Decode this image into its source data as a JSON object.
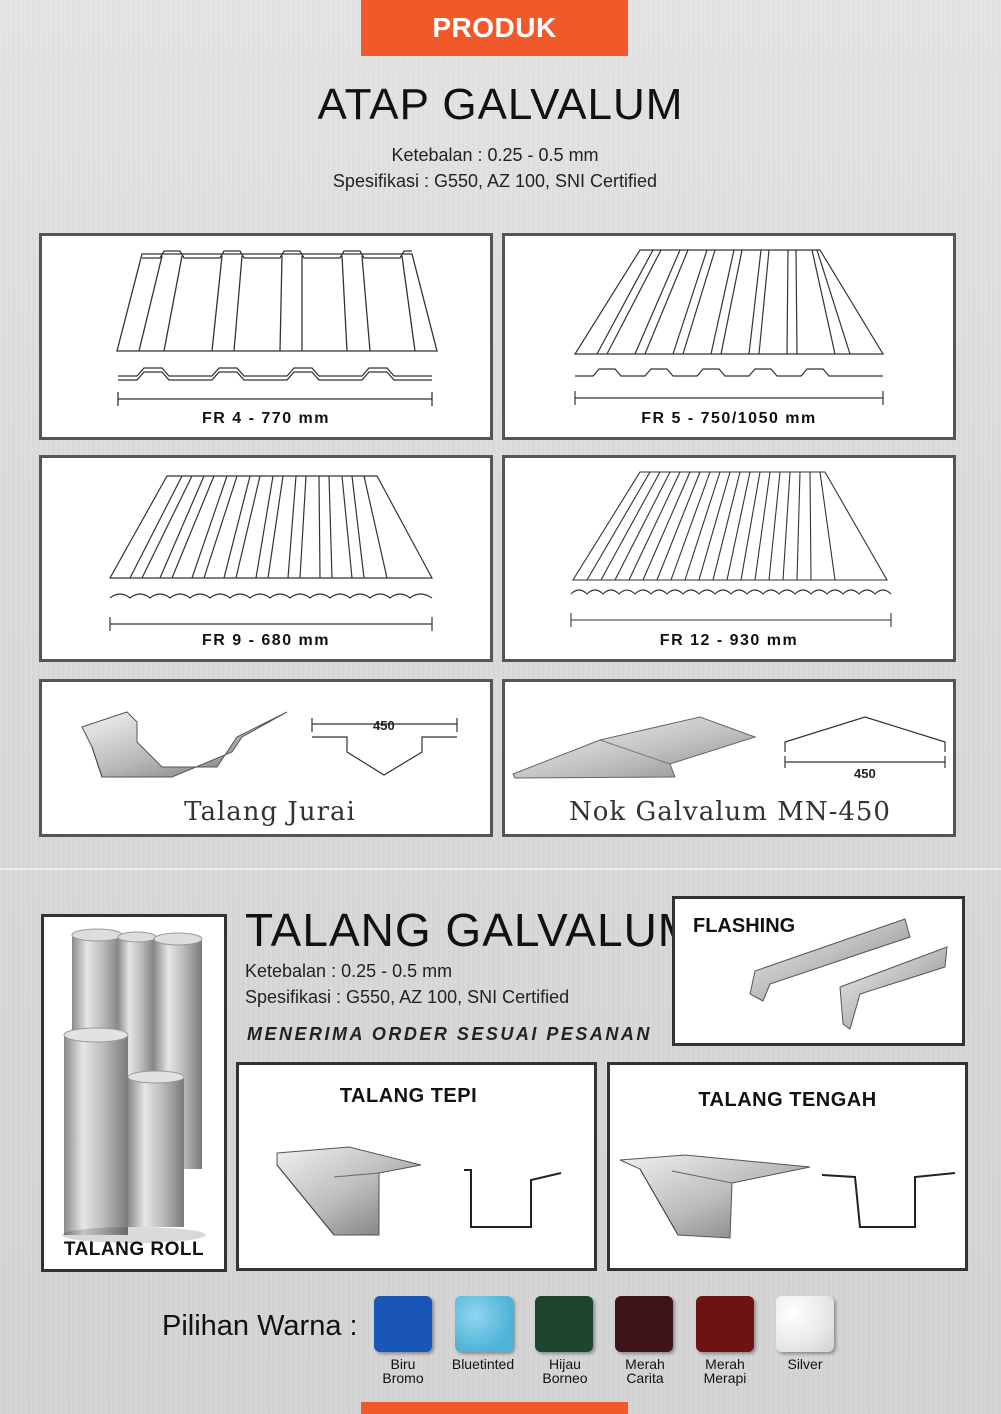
{
  "header": {
    "tag": "PRODUK"
  },
  "atap": {
    "title": "ATAP GALVALUM",
    "spec_thickness": "Ketebalan : 0.25 - 0.5 mm",
    "spec_specification": "Spesifikasi : G550, AZ 100, SNI Certified",
    "products": [
      {
        "label": "FR 4 - 770 mm"
      },
      {
        "label": "FR 5 - 750/1050 mm"
      },
      {
        "label": "FR 9 - 680 mm"
      },
      {
        "label": "FR 12 - 930 mm"
      }
    ],
    "accessories": [
      {
        "label": "Talang Jurai",
        "dimension": "450"
      },
      {
        "label": "Nok Galvalum  MN-450",
        "dimension": "450"
      }
    ]
  },
  "talang": {
    "title": "TALANG GALVALUM",
    "spec_thickness": "Ketebalan : 0.25 - 0.5 mm",
    "spec_specification": "Spesifikasi : G550, AZ 100, SNI Certified",
    "order_note": "MENERIMA ORDER SESUAI PESANAN",
    "roll_label": "TALANG ROLL",
    "flashing_label": "FLASHING",
    "tepi_label": "TALANG TEPI",
    "tengah_label": "TALANG TENGAH"
  },
  "colors": {
    "label": "Pilihan Warna :",
    "options": [
      {
        "line1": "Biru",
        "line2": "Bromo",
        "hex": "#1a56b5"
      },
      {
        "line1": "Bluetinted",
        "line2": "",
        "hex": "#4fb3d8"
      },
      {
        "line1": "Hijau",
        "line2": "Borneo",
        "hex": "#1d4530"
      },
      {
        "line1": "Merah",
        "line2": "Carita",
        "hex": "#3f1418"
      },
      {
        "line1": "Merah",
        "line2": "Merapi",
        "hex": "#6e1212"
      },
      {
        "line1": "Silver",
        "line2": "",
        "hex": "#e8e8e8"
      }
    ]
  },
  "theme": {
    "accent": "#f05a2a"
  }
}
